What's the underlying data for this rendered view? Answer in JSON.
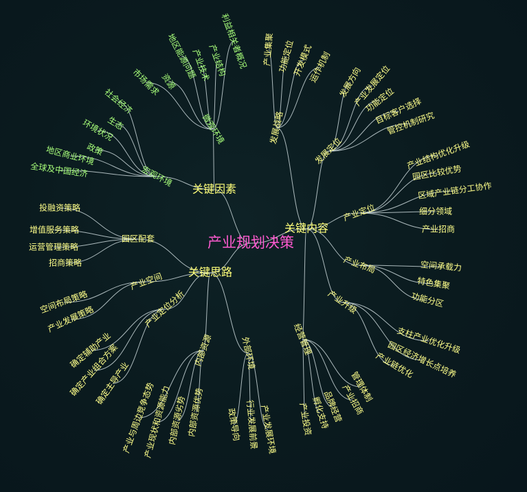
{
  "root": "产业规划决策",
  "branches": [
    {
      "label": "关键因素",
      "children": [
        {
          "label": "微观环境",
          "children": [
            "利益相关者概况",
            "产业结构",
            "产业技术",
            "地区能源问题",
            "资源",
            "市场需求"
          ]
        },
        {
          "label": "宏观环境",
          "children": [
            "社会经济",
            "生态",
            "环境状况",
            "政策",
            "地区商业环境",
            "全球及中国经济"
          ]
        }
      ]
    },
    {
      "label": "关键内容",
      "children": [
        {
          "label": "发展战略",
          "children": [
            "产业集聚",
            "功能定位",
            "开发模式",
            "运作机制"
          ]
        },
        {
          "label": "发展定位",
          "children": [
            "发展方向",
            "产业发展定位",
            "功能定位",
            "目标客户选择",
            "管控机制研究"
          ]
        },
        {
          "label": "产业定位",
          "children": [
            "产业结构优化升级",
            "园区比较优势",
            "区域产业链分工协作",
            "细分领域",
            "产业招商"
          ]
        },
        {
          "label": "产业布局",
          "children": [
            "空间承载力",
            "特色集聚",
            "功能分区"
          ]
        },
        {
          "label": "产业升级",
          "children": [
            "支柱产业优化升级",
            "园区经济增长点培养",
            "产业链优化"
          ]
        },
        {
          "label": "经营管理",
          "children": [
            "管理体制",
            "产业招商",
            "品牌经营",
            "孵化支持",
            "产业投资"
          ]
        }
      ]
    },
    {
      "label": "关键思路",
      "children": [
        {
          "label": "园区配套",
          "children": [
            "投融资策略",
            "增值服务策略",
            "运营管理策略",
            "招商策略"
          ]
        },
        {
          "label": "产业空间",
          "children": [
            "空间布局策略",
            "产业发展策略"
          ]
        },
        {
          "label": "产业定位分析",
          "children": [
            "确定辅助产业",
            "确定产业组合方案",
            "确定主导产业"
          ]
        },
        {
          "label": "内部资源",
          "children": [
            "产业与周边竞争态势",
            "产业现状和资源能力",
            "内部资源劣势",
            "内部资源优势"
          ]
        },
        {
          "label": "外部环境",
          "children": [
            "政策导向",
            "行业发展前景",
            "产业发展环境"
          ]
        }
      ]
    }
  ]
}
